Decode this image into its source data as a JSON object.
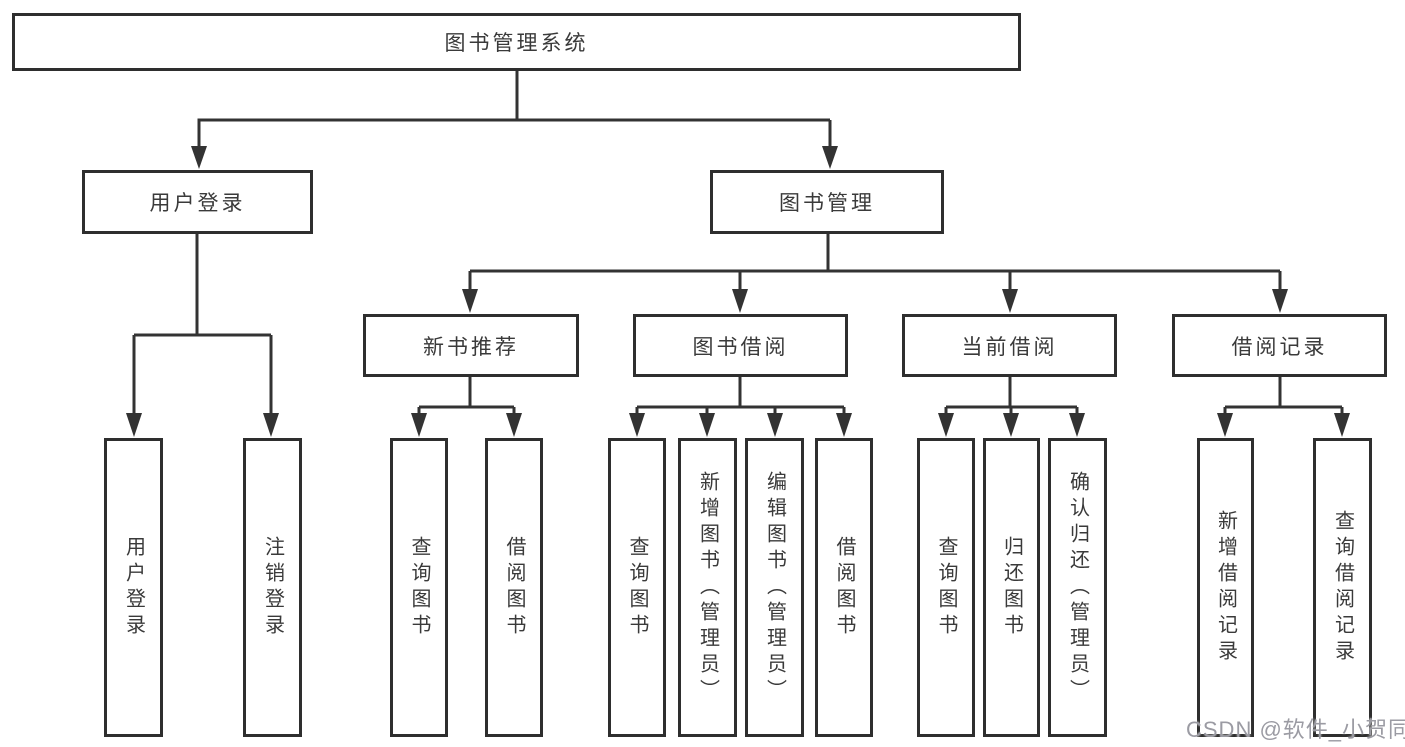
{
  "diagram": {
    "type": "hierarchy-tree",
    "orientation": "top-down",
    "colors": {
      "background": "#ffffff",
      "box_fill": "#ffffff",
      "box_border": "#2e2e2e",
      "line": "#333333",
      "text": "#3a3a3a",
      "watermark": "#9b9ba3"
    }
  },
  "tree": {
    "label": "图书管理系统",
    "children": [
      {
        "label": "用户登录",
        "children": [
          {
            "label": "用户登录"
          },
          {
            "label": "注销登录"
          }
        ]
      },
      {
        "label": "图书管理",
        "children": [
          {
            "label": "新书推荐",
            "children": [
              {
                "label": "查询图书"
              },
              {
                "label": "借阅图书"
              }
            ]
          },
          {
            "label": "图书借阅",
            "children": [
              {
                "label": "查询图书"
              },
              {
                "label": "新增图书（管理员）"
              },
              {
                "label": "编辑图书（管理员）"
              },
              {
                "label": "借阅图书"
              }
            ]
          },
          {
            "label": "当前借阅",
            "children": [
              {
                "label": "查询图书"
              },
              {
                "label": "归还图书"
              },
              {
                "label": "确认归还（管理员）"
              }
            ]
          },
          {
            "label": "借阅记录",
            "children": [
              {
                "label": "新增借阅记录"
              },
              {
                "label": "查询借阅记录"
              }
            ]
          }
        ]
      }
    ]
  },
  "watermark": {
    "text": "CSDN @软件_小贺同学"
  }
}
